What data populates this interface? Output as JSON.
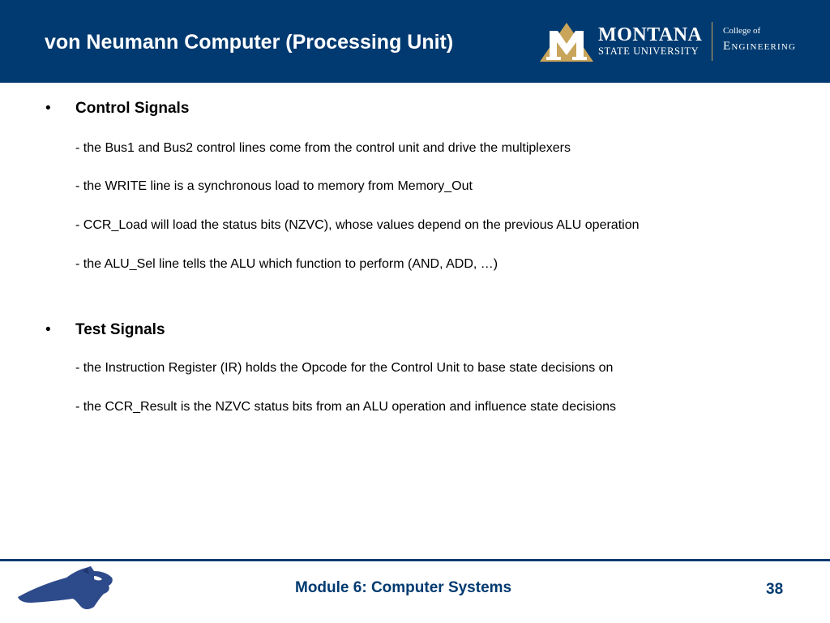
{
  "header": {
    "title": "von Neumann Computer (Processing Unit)",
    "logo": {
      "line1": "MONTANA",
      "line2": "STATE UNIVERSITY",
      "college_line1": "College of",
      "college_line2": "Engineering"
    }
  },
  "sections": [
    {
      "bullet": "•",
      "heading": "Control Signals",
      "lines": [
        "- the Bus1 and Bus2 control lines come from the control unit and drive the multiplexers",
        "- the WRITE line is a synchronous load to memory from Memory_Out",
        "- CCR_Load will load the status bits (NZVC), whose values depend on the previous ALU operation",
        "- the ALU_Sel line tells the ALU which function to perform (AND, ADD, …)"
      ]
    },
    {
      "bullet": "•",
      "heading": "Test Signals",
      "lines": [
        "- the Instruction Register (IR) holds the Opcode for the Control Unit to base state decisions on",
        "- the CCR_Result is the NZVC status bits from an ALU operation and influence state decisions"
      ]
    }
  ],
  "footer": {
    "module": "Module 6: Computer Systems",
    "page_number": "38"
  },
  "colors": {
    "brand_blue": "#003a70",
    "brand_gold": "#c8a55a"
  },
  "icons": {
    "logo_mark": "montana-m-logo-icon",
    "mascot": "bobcat-head-icon"
  }
}
